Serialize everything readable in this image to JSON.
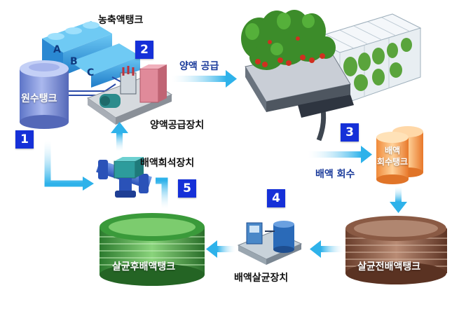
{
  "labels": {
    "concentrate_tank": "농축액탱크",
    "raw_water_tank": "원수탱크",
    "nutrient_supply_label": "양액 공급",
    "nutrient_supply_device": "양액공급장치",
    "drain_dilution_device": "배액희석장치",
    "drain_recovery_label": "배액 회수",
    "drain_recovery_tank_line1": "배액",
    "drain_recovery_tank_line2": "회수탱크",
    "pre_sterilization_tank": "살균전배액탱크",
    "drain_sterilization_device": "배액살균장치",
    "post_sterilization_tank": "살균후배액탱크"
  },
  "tank_letters": [
    "A",
    "B",
    "C"
  ],
  "steps": [
    "1",
    "2",
    "3",
    "4",
    "5"
  ],
  "colors": {
    "step_badge": "#1530d8",
    "flow_arrow": "#35b8ea",
    "raw_water_tank": "#7f95d8",
    "concentrate_tank": "#3a9fe0",
    "recovery_tank": "#f4a55c",
    "pre_sterilization_tank": "#9a6a52",
    "post_sterilization_tank": "#4ea84c",
    "plants": "#3c8c2a",
    "fruit": "#d03020"
  },
  "icons": [
    "greenhouse-icon",
    "pump-icon",
    "valve-icon",
    "sterilizer-icon",
    "plant-icon"
  ]
}
